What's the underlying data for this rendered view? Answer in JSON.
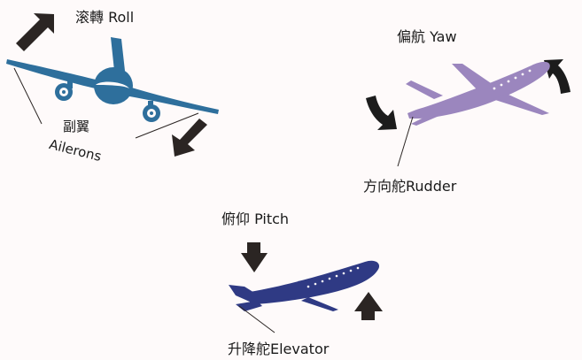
{
  "roll": {
    "title": "滚轉  Roll",
    "part_line1": "副翼",
    "part_line2": "Ailerons"
  },
  "yaw": {
    "title": "偏航  Yaw",
    "part": "方向舵Rudder"
  },
  "pitch": {
    "title": "俯仰  Pitch",
    "part": "升降舵Elevator"
  },
  "colors": {
    "roll_plane": "#2e6f9c",
    "yaw_plane": "#9b86be",
    "pitch_plane": "#2f3a84",
    "arrow": "#2b2523"
  },
  "icons": [
    "arrow-icon",
    "airplane-icon"
  ]
}
